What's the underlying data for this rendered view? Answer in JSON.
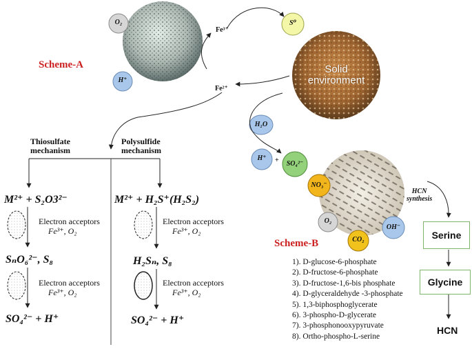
{
  "scheme_a": {
    "title": "Scheme-A"
  },
  "scheme_b": {
    "title": "Scheme-B"
  },
  "environment": {
    "label_line1": "Solid",
    "label_line2": "environment"
  },
  "ions": {
    "o2_top": "O₂",
    "h_top": "H⁺",
    "fe3": "Fe³⁺",
    "fe2": "Fe²⁺",
    "s0": "S⁰",
    "h2o": "H₂O",
    "h_mid": "H⁺",
    "plus": "+",
    "so4": "SO₄²⁻",
    "no3": "NO₃⁻",
    "o2_b": "O₂",
    "co2": "CO₂",
    "oh": "OH⁻"
  },
  "mechanisms": {
    "thiosulfate": {
      "line1": "Thiosulfate",
      "line2": "mechanism"
    },
    "polysulfide": {
      "line1": "Polysulfide",
      "line2": "mechanism"
    }
  },
  "thiosulfate_eqs": {
    "eq1": "M²⁺ + S₂O3²⁻",
    "eq2": "SₙO₆²⁻, S₈",
    "eq3": "SO₄²⁻ + H⁺"
  },
  "polysulfide_eqs": {
    "eq1": "M²⁺ + H₂S⁺(H₂S₂)",
    "eq2": "H₂Sₙ, S₈",
    "eq3": "SO₄²⁻ + H⁺"
  },
  "acceptors": {
    "line1": "Electron acceptors",
    "line2": "Fe³⁺, O₂"
  },
  "hcn_synthesis": {
    "line1": "HCN",
    "line2": "synthesis"
  },
  "pathway": {
    "serine": "Serine",
    "glycine": "Glycine",
    "hcn": "HCN"
  },
  "steps": [
    "1). D-glucose-6-phosphate",
    "2). D-fructose-6-phosphate",
    "3). D-fructose-1,6-bis phosphate",
    "4). D-glyceraldehyde -3-phosphate",
    "5). 1,3-biphosphoglycerate",
    "6). 3-phospho-D-glycerate",
    "7). 3-phosphonooxypyruvate",
    "8). Ortho-phospho-L-serine"
  ],
  "colors": {
    "scheme_title": "#cc1f1f",
    "o2_circle": "#d6d6d6",
    "h_circle": "#a9c7ea",
    "s0_circle": "#f4f6a8",
    "so4_circle": "#93d17a",
    "no3_circle": "#f2b51c",
    "co2_circle": "#f2c21c",
    "box_border": "#7fb56b"
  }
}
